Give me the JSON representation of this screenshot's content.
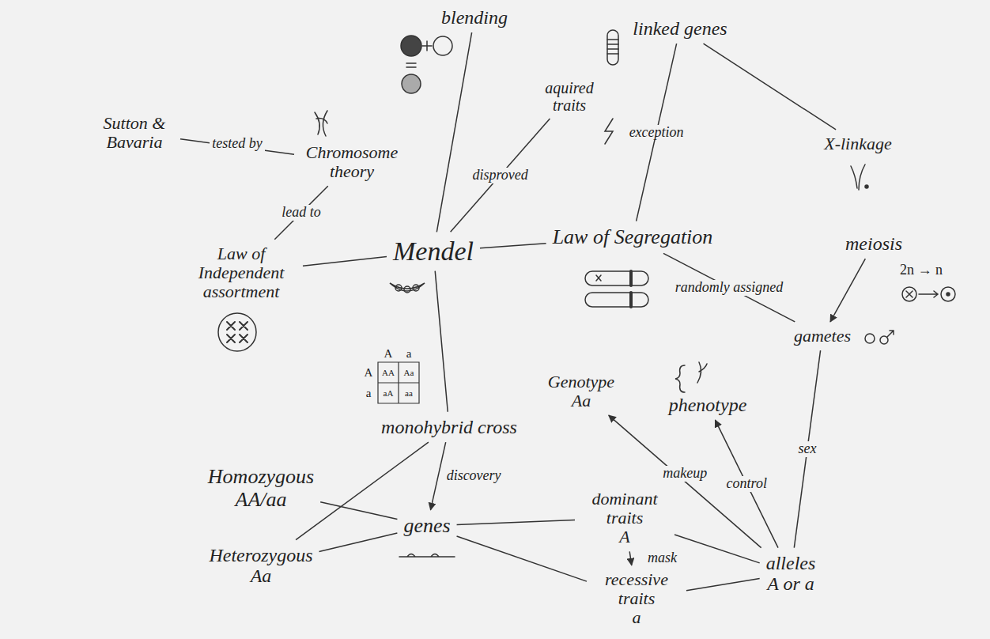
{
  "diagram": {
    "nodes": [
      {
        "text": [
          "blending"
        ]
      },
      {
        "text": [
          "aquired traits"
        ]
      },
      {
        "text": [
          "linked genes"
        ]
      },
      {
        "text": [
          "Sutton & Bavaria"
        ]
      },
      {
        "text": [
          "Chromosome theory"
        ]
      },
      {
        "text": [
          "X-linkage"
        ]
      },
      {
        "text": [
          "Law of Independent assortment"
        ]
      },
      {
        "text": [
          "Mendel"
        ]
      },
      {
        "text": [
          "Law of Segregation"
        ]
      },
      {
        "text": [
          "meiosis"
        ]
      },
      {
        "text": [
          "monohybrid cross"
        ]
      },
      {
        "text": [
          "Genotype",
          "Aa"
        ]
      },
      {
        "text": [
          "phenotype"
        ]
      },
      {
        "text": [
          "gametes"
        ]
      },
      {
        "text": [
          "Homozygous",
          "AA/aa"
        ]
      },
      {
        "text": [
          "dominant traits",
          "A"
        ]
      },
      {
        "text": [
          "Heterozygous",
          "Aa"
        ]
      },
      {
        "text": [
          "genes"
        ]
      },
      {
        "text": [
          "alleles",
          "A or a"
        ]
      },
      {
        "text": [
          "recessive traits",
          "a"
        ]
      }
    ],
    "edges": [
      {
        "from": 7,
        "to": 0,
        "arrow": "none"
      },
      {
        "from": 7,
        "to": 1,
        "label": "disproved",
        "arrow": "none"
      },
      {
        "from": 3,
        "to": 4,
        "label": "tested by",
        "arrow": "none"
      },
      {
        "from": 4,
        "to": 6,
        "label": "lead to",
        "arrow": "none"
      },
      {
        "from": 6,
        "to": 7,
        "arrow": "none"
      },
      {
        "from": 7,
        "to": 8,
        "arrow": "none"
      },
      {
        "from": 8,
        "to": 2,
        "label": "exception",
        "arrow": "none"
      },
      {
        "from": 2,
        "to": 5,
        "arrow": "none"
      },
      {
        "from": 8,
        "to": 13,
        "label": "randomly assigned",
        "arrow": "none"
      },
      {
        "from": 9,
        "to": 13,
        "arrow": "to"
      },
      {
        "from": 13,
        "to": 18,
        "label": "sex",
        "arrow": "none"
      },
      {
        "from": 7,
        "to": 10,
        "arrow": "none"
      },
      {
        "from": 10,
        "to": 17,
        "label": "discovery",
        "arrow": "to"
      },
      {
        "from": 10,
        "to": 16,
        "arrow": "none"
      },
      {
        "from": 14,
        "to": 17,
        "arrow": "none"
      },
      {
        "from": 16,
        "to": 17,
        "arrow": "none"
      },
      {
        "from": 17,
        "to": 15,
        "arrow": "none"
      },
      {
        "from": 17,
        "to": 19,
        "arrow": "none"
      },
      {
        "from": 15,
        "to": 19,
        "label": "mask",
        "arrow": "to"
      },
      {
        "from": 18,
        "to": 11,
        "label": "makeup",
        "arrow": "to"
      },
      {
        "from": 18,
        "to": 12,
        "label": "control",
        "arrow": "to"
      },
      {
        "from": 18,
        "to": 15,
        "arrow": "none"
      },
      {
        "from": 18,
        "to": 19,
        "arrow": "none"
      }
    ],
    "labels": [
      "A",
      "a",
      "A",
      "a",
      "AA",
      "Aa",
      "aA",
      "aa",
      "2n → n"
    ]
  }
}
